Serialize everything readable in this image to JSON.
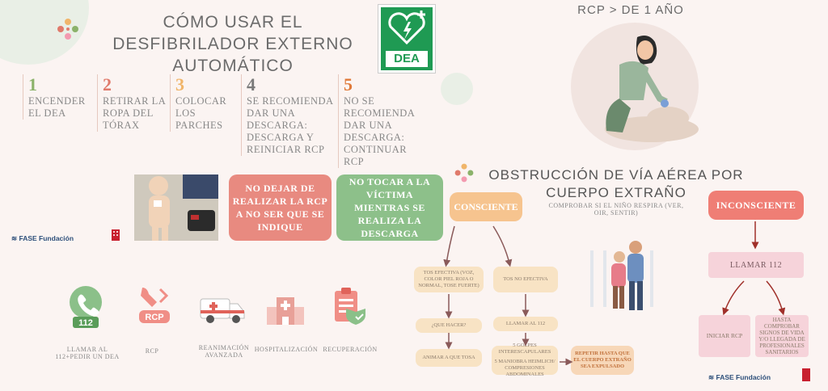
{
  "left": {
    "title": "CÓMO USAR EL DESFIBRILADOR EXTERNO AUTOMÁTICO",
    "dea_label": "DEA",
    "steps": [
      {
        "num": "1",
        "text": "ENCENDER EL DEA",
        "color": "#8bb26a"
      },
      {
        "num": "2",
        "text": "RETIRAR LA ROPA DEL TÓRAX",
        "color": "#e07a6b"
      },
      {
        "num": "3",
        "text": "COLOCAR LOS PARCHES",
        "color": "#f0b56a"
      },
      {
        "num": "4",
        "text": "SE RECOMIENDA DAR UNA DESCARGA: DESCARGA Y REINICIAR RCP",
        "color": "#7a7a7a"
      },
      {
        "num": "5",
        "text": "NO SE RECOMIENDA DAR UNA DESCARGA: CONTINUAR RCP",
        "color": "#e07a3a"
      }
    ],
    "card_red": "NO DEJAR DE REALIZAR LA RCP A NO SER QUE SE INDIQUE",
    "card_green": "NO TOCAR A LA VÍCTIMA MIENTRAS SE REALIZA LA DESCARGA",
    "fase_logo": "FASE Fundación",
    "icons": [
      {
        "label": "LLAMAR AL 112+PEDIR UN DEA",
        "badge": "112"
      },
      {
        "label": "RCP",
        "badge": "RCP"
      },
      {
        "label": "REANIMACIÓN AVANZADA"
      },
      {
        "label": "HOSPITALIZACIÓN"
      },
      {
        "label": "RECUPERACIÓN"
      }
    ]
  },
  "right": {
    "rcp_title": "RCP > DE 1 AÑO",
    "obs_title": "OBSTRUCCIÓN DE VÍA AÉREA POR CUERPO EXTRAÑO",
    "consciente": "CONSCIENTE",
    "inconsciente": "INCONSCIENTE",
    "comprobar": "COMPROBAR SI EL NIÑO RESPIRA (VER, OIR, SENTIR)",
    "tos_efectiva": "TOS EFECTIVA (VOZ, COLOR PIEL ROJA O NORMAL, TOSE FUERTE)",
    "tos_no_efectiva": "TOS NO EFECTIVA",
    "que_hacer": "¿QUE HACER?",
    "llamar_112_small": "LLAMAR AL 112",
    "animar": "ANIMAR A QUE TOSA",
    "golpes": "5 GOLPES INTERESCAPULARES",
    "heimlich": "5 MANIOBRA HEIMLICH/ COMPRESIONES ABDOMINALES",
    "repetir": "REPETIR HASTA QUE EL CUERPO EXTRAÑO SEA EXPULSADO",
    "llamar_112": "LLAMAR 112",
    "iniciar_rcp": "INICIAR RCP",
    "hasta": "HASTA COMPROBAR SIGNOS DE VIDA Y/O LLEGADA DE PROFESIONALES SANITARIOS",
    "fase_logo": "FASE Fundación"
  }
}
